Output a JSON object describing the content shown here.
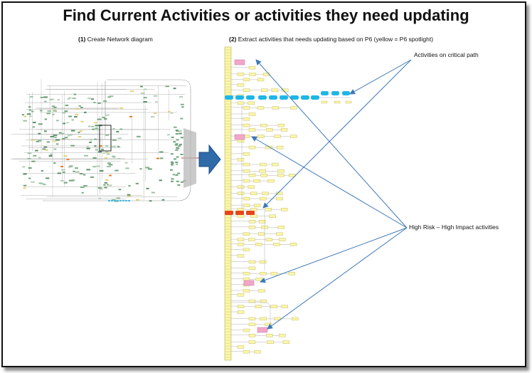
{
  "title": "Find Current Activities or activities they need updating",
  "step1": {
    "num": "(1)",
    "text": "Create Network diagram"
  },
  "step2": {
    "num": "(2)",
    "text": "Extract activities that needs updating based on P6 (yellow = P6 spotlight)"
  },
  "labels": {
    "critical": "Activities on critical path",
    "risk": "High Risk – High Impact activities"
  },
  "colors": {
    "spotlight": "#fbf6a8",
    "critical": "#1fb6e6",
    "risk": "#f3a6c8",
    "high_impact": "#e5461c",
    "arrow": "#3f78b8",
    "block_arrow": "#2f6aa9"
  }
}
